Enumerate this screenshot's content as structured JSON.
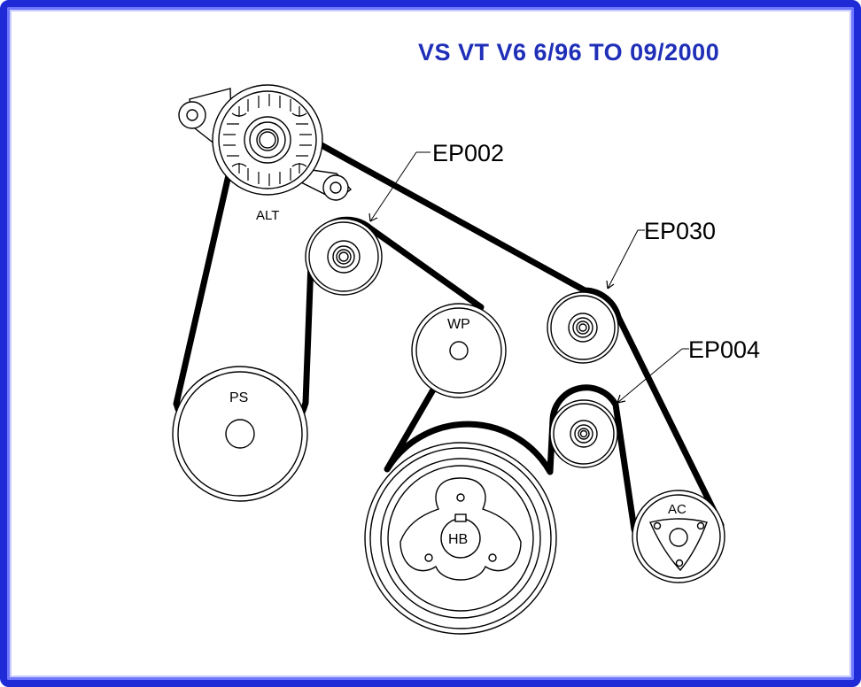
{
  "title": "VS VT V6 6/96 TO 09/2000",
  "colors": {
    "frame": "#1f2bd6",
    "title": "#1f2fb8",
    "belt": "#000000"
  },
  "pulleys": [
    {
      "id": "alt",
      "label": "ALT"
    },
    {
      "id": "idler1",
      "label": ""
    },
    {
      "id": "ps",
      "label": "PS"
    },
    {
      "id": "wp",
      "label": "WP"
    },
    {
      "id": "idler2",
      "label": ""
    },
    {
      "id": "idler3",
      "label": ""
    },
    {
      "id": "hb",
      "label": "HB"
    },
    {
      "id": "ac",
      "label": "AC"
    }
  ],
  "callouts": [
    {
      "id": "ep002",
      "text": "EP002"
    },
    {
      "id": "ep030",
      "text": "EP030"
    },
    {
      "id": "ep004",
      "text": "EP004"
    }
  ]
}
